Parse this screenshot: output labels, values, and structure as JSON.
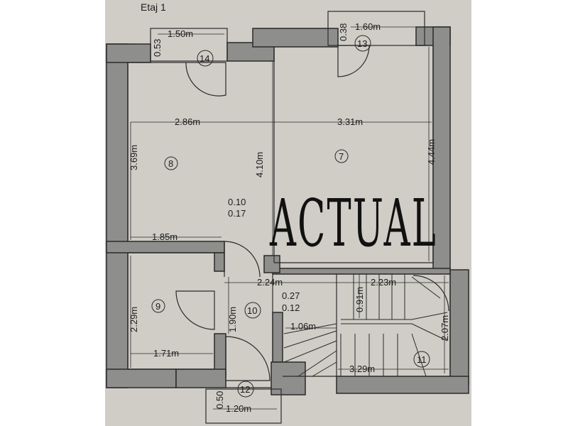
{
  "floor_label": "Etaj 1",
  "stamp_text": "ACTUAL",
  "rooms": [
    {
      "id": "r7",
      "label": "7"
    },
    {
      "id": "r8",
      "label": "8"
    },
    {
      "id": "r9",
      "label": "9"
    },
    {
      "id": "r10",
      "label": "10"
    },
    {
      "id": "r11",
      "label": "11"
    },
    {
      "id": "r12",
      "label": "12"
    },
    {
      "id": "r13",
      "label": "13"
    },
    {
      "id": "r14",
      "label": "14"
    }
  ],
  "dimensions": {
    "d_0_53": "0.53",
    "d_1_50": "1.50m",
    "d_0_38": "0.38",
    "d_1_60": "1.60m",
    "d_2_86": "2.86m",
    "d_3_31": "3.31m",
    "d_3_69": "3.69m",
    "d_4_10": "4.10m",
    "d_4_44": "4.44m",
    "d_0_10": "0.10",
    "d_0_17": "0.17",
    "d_1_85": "1.85m",
    "d_2_24": "2.24m",
    "d_2_23": "2.23m",
    "d_0_27": "0.27",
    "d_0_12": "0.12",
    "d_0_91": "0.91m",
    "d_2_29": "2.29m",
    "d_1_90": "1.90m",
    "d_1_06": "1.06m",
    "d_2_07": "2.07m",
    "d_1_71": "1.71m",
    "d_3_29": "3.29m",
    "d_0_50": "0.50",
    "d_1_20": "1.20m"
  },
  "colors": {
    "paper": "#cfcdc6",
    "wall": "#8e8e8c",
    "wall_outline": "#2a2a2a",
    "ink": "#1c1c1c"
  }
}
